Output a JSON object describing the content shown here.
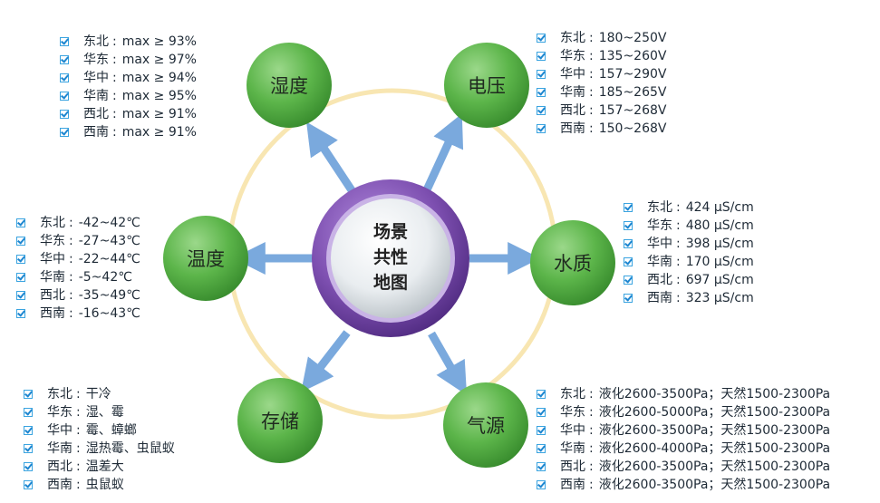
{
  "center": {
    "lines": [
      "场景",
      "共性",
      "地图"
    ]
  },
  "colors": {
    "node_green": "#5cb54a",
    "node_green_dark": "#3d9131",
    "ring": "#f8e6b2",
    "arrow": "#7aa9dd",
    "center_ring": "#7d4fb0",
    "checkbox": "#3aa4e0"
  },
  "icon_names": {
    "checkbox": "checkbox-icon",
    "arrow": "arrow-icon"
  },
  "nodes": {
    "humidity": {
      "label": "湿度",
      "items": [
        {
          "region": "东北",
          "value": "max ≥ 93%"
        },
        {
          "region": "华东",
          "value": "max ≥ 97%"
        },
        {
          "region": "华中",
          "value": "max ≥ 94%"
        },
        {
          "region": "华南",
          "value": "max ≥ 95%"
        },
        {
          "region": "西北",
          "value": "max ≥ 91%"
        },
        {
          "region": "西南",
          "value": "max ≥ 91%"
        }
      ]
    },
    "voltage": {
      "label": "电压",
      "items": [
        {
          "region": "东北",
          "value": "180~250V"
        },
        {
          "region": "华东",
          "value": "135~260V"
        },
        {
          "region": "华中",
          "value": "157~290V"
        },
        {
          "region": "华南",
          "value": "185~265V"
        },
        {
          "region": "西北",
          "value": "157~268V"
        },
        {
          "region": "西南",
          "value": "150~268V"
        }
      ]
    },
    "temperature": {
      "label": "温度",
      "items": [
        {
          "region": "东北",
          "value": "-42~42℃"
        },
        {
          "region": "华东",
          "value": "-27~43℃"
        },
        {
          "region": "华中",
          "value": "-22~44℃"
        },
        {
          "region": "华南",
          "value": "-5~42℃"
        },
        {
          "region": "西北",
          "value": "-35~49℃"
        },
        {
          "region": "西南",
          "value": "-16~43℃"
        }
      ]
    },
    "water": {
      "label": "水质",
      "items": [
        {
          "region": "东北",
          "value": "424 μS/cm"
        },
        {
          "region": "华东",
          "value": "480 μS/cm"
        },
        {
          "region": "华中",
          "value": "398 μS/cm"
        },
        {
          "region": "华南",
          "value": "170 μS/cm"
        },
        {
          "region": "西北",
          "value": "697 μS/cm"
        },
        {
          "region": "西南",
          "value": "323 μS/cm"
        }
      ]
    },
    "storage": {
      "label": "存储",
      "items": [
        {
          "region": "东北",
          "value": "干冷"
        },
        {
          "region": "华东",
          "value": "湿、霉"
        },
        {
          "region": "华中",
          "value": "霉、蟑螂"
        },
        {
          "region": "华南",
          "value": "湿热霉、虫鼠蚁"
        },
        {
          "region": "西北",
          "value": "温差大"
        },
        {
          "region": "西南",
          "value": "虫鼠蚁"
        }
      ]
    },
    "gas": {
      "label": "气源",
      "items": [
        {
          "region": "东北",
          "value": "液化2600-3500Pa；天然1500-2300Pa"
        },
        {
          "region": "华东",
          "value": "液化2600-5000Pa；天然1500-2300Pa"
        },
        {
          "region": "华中",
          "value": "液化2600-3500Pa；天然1500-2300Pa"
        },
        {
          "region": "华南",
          "value": "液化2600-4000Pa；天然1500-2300Pa"
        },
        {
          "region": "西北",
          "value": "液化2600-3500Pa；天然1500-2300Pa"
        },
        {
          "region": "西南",
          "value": "液化2600-3500Pa；天然1500-2300Pa"
        }
      ]
    }
  }
}
